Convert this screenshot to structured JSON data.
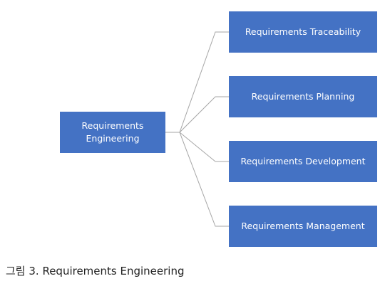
{
  "colors": {
    "box_fill": "#4472c4",
    "connector": "#a6a6a6",
    "caption_text": "#222222"
  },
  "diagram": {
    "root": {
      "label": "Requirements Engineering"
    },
    "children": [
      {
        "label": "Requirements Traceability"
      },
      {
        "label": "Requirements Planning"
      },
      {
        "label": "Requirements Development"
      },
      {
        "label": "Requirements Management"
      }
    ]
  },
  "caption": "그림 3. Requirements Engineering"
}
